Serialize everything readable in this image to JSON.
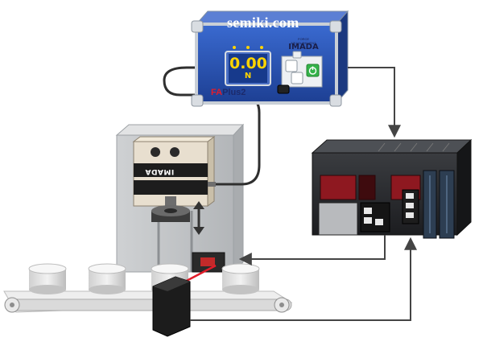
{
  "watermark": "semiki.com",
  "gauge": {
    "brand": "IMADA",
    "brand_caption": "FORCE MEASUREMENT",
    "reading": "0.00",
    "unit": "N",
    "model_prefix": "FA",
    "model_suffix": "Plus2"
  },
  "test_stand": {
    "label": "IMADA"
  },
  "colors": {
    "gauge_body": "#2b55b8",
    "gauge_frame": "#c9cfd6",
    "display_bg": "#173a8c",
    "reading_color": "#ffd400",
    "plc_body": "#2a2c2f",
    "plc_red_panel": "#8e1820",
    "stand_body": "#c7c9cb",
    "conveyor": "#e6e6e6",
    "sensor_beam": "#e11d2a",
    "power_button": "#34b34a"
  },
  "icons": [
    "power-icon",
    "up-down-arrow-icon",
    "bracket-icon"
  ]
}
